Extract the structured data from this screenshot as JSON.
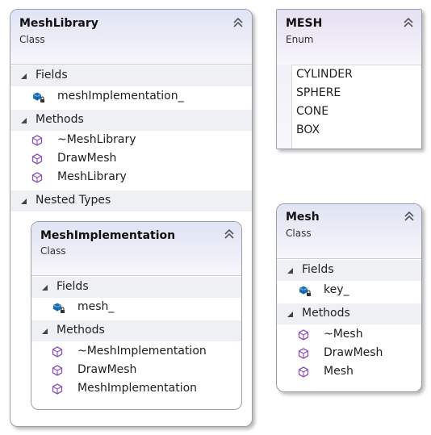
{
  "mesh_library": {
    "title": "MeshLibrary",
    "stereotype": "Class",
    "fields_label": "Fields",
    "fields": [
      "meshImplementation_"
    ],
    "methods_label": "Methods",
    "methods": [
      "~MeshLibrary",
      "DrawMesh",
      "MeshLibrary"
    ],
    "nested_label": "Nested Types",
    "nested": {
      "title": "MeshImplementation",
      "stereotype": "Class",
      "fields_label": "Fields",
      "fields": [
        "mesh_"
      ],
      "methods_label": "Methods",
      "methods": [
        "~MeshImplementation",
        "DrawMesh",
        "MeshImplementation"
      ]
    }
  },
  "mesh_enum": {
    "title": "MESH",
    "stereotype": "Enum",
    "values": [
      "CYLINDER",
      "SPHERE",
      "CONE",
      "BOX"
    ]
  },
  "mesh_class": {
    "title": "Mesh",
    "stereotype": "Class",
    "fields_label": "Fields",
    "fields": [
      "key_"
    ],
    "methods_label": "Methods",
    "methods": [
      "~Mesh",
      "DrawMesh",
      "Mesh"
    ]
  },
  "colors": {
    "class_header": "#dfe3f4",
    "enum_header": "#e6e0f2",
    "section_bg": "#eef0f3",
    "field_icon": "#1b6fb5",
    "method_icon": "#8a4fb8"
  }
}
